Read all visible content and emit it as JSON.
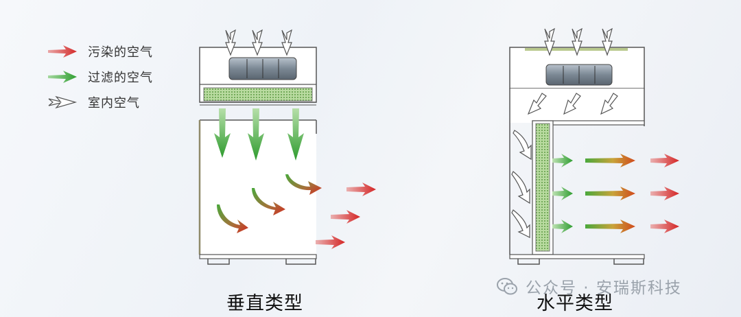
{
  "legend": [
    {
      "label": "污染的空气",
      "icon": "red-arrow-icon"
    },
    {
      "label": "过滤的空气",
      "icon": "green-arrow-icon"
    },
    {
      "label": "室内空气",
      "icon": "outline-arrow-icon"
    }
  ],
  "captions": {
    "vertical": "垂直类型",
    "horizontal": "水平类型"
  },
  "watermark": {
    "text": "公众号 · 安瑞斯科技",
    "logo": "wechat-logo"
  },
  "colors": {
    "contaminated": "#d42a2a",
    "filtered": "#3aa536",
    "room": "#ffffff",
    "filter_media": "#8cbf6a",
    "outline": "#555555"
  }
}
